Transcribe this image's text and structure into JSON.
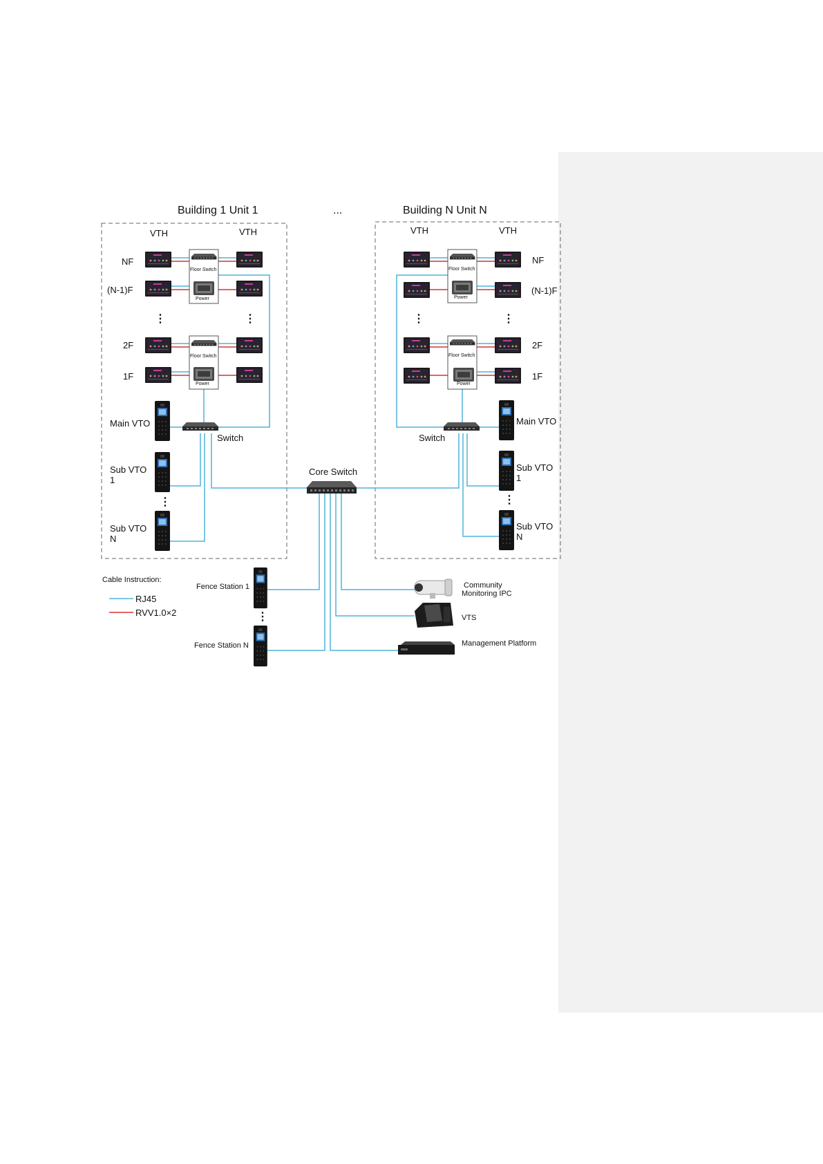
{
  "buildings": {
    "left_title": "Building 1 Unit 1",
    "right_title": "Building N Unit N",
    "between_ellipsis": "..."
  },
  "vth_column_label": "VTH",
  "floors": {
    "top": "NF",
    "second": "(N-1)F",
    "third": "2F",
    "bottom": "1F"
  },
  "devices": {
    "floor_switch": "Floor Switch",
    "power": "Power",
    "main_vto": "Main VTO",
    "main_vto_right": "Main  VTO",
    "sub_vto_1": [
      "Sub VTO",
      "1"
    ],
    "sub_vto_n": [
      "Sub VTO",
      "N"
    ],
    "switch": "Switch",
    "core_switch": "Core Switch",
    "fence_station_1": "Fence Station 1",
    "fence_station_n": "Fence Station N",
    "community_ipc": [
      "Community",
      "Monitoring IPC"
    ],
    "vts": "VTS",
    "management_platform": "Management Platform"
  },
  "legend": {
    "title": "Cable Instruction:",
    "rj45": "RJ45",
    "rvv": "RVV1.0×2"
  },
  "colors": {
    "rj45_cable": "#4fb3d9",
    "rvv_cable": "#d93030",
    "dashed_border": "#666666",
    "side_panel": "#f2f2f2"
  },
  "icons": {
    "vth": "indoor-monitor-icon",
    "vto": "door-station-icon",
    "switch": "network-switch-icon",
    "power": "power-supply-icon",
    "ipc": "bullet-camera-icon",
    "vts": "desk-console-icon",
    "platform": "rack-server-icon"
  }
}
